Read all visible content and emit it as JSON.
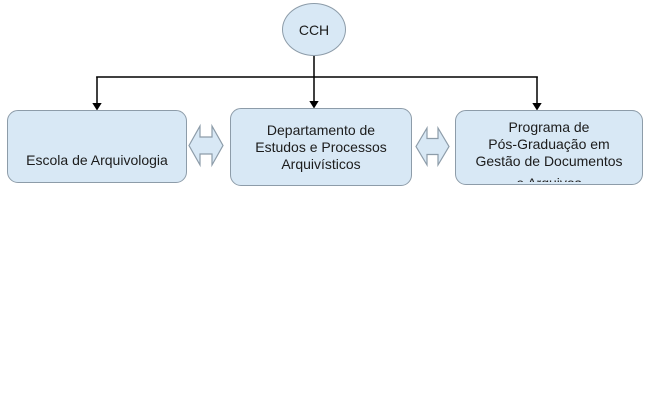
{
  "diagram": {
    "type": "org-chart",
    "root_node": {
      "label": "CCH"
    },
    "branch_nodes": [
      {
        "lines": [
          "Escola de Arquivologia"
        ]
      },
      {
        "lines": [
          "Departamento de",
          "Estudos e Processos",
          "Arquivísticos"
        ]
      },
      {
        "lines": [
          "Programa de",
          "Pós-Graduação em",
          "Gestão de Documentos"
        ],
        "clipped_line": "e Arquivos"
      }
    ],
    "icons": {
      "sibling_link": "double-horizontal-arrow",
      "parent_link": "down-arrow"
    },
    "colors": {
      "shape_fill": "#d8e8f5",
      "shape_border": "#8d9ca9",
      "connector": "#000000",
      "text": "#1c1c1c",
      "background": "#ffffff"
    }
  }
}
